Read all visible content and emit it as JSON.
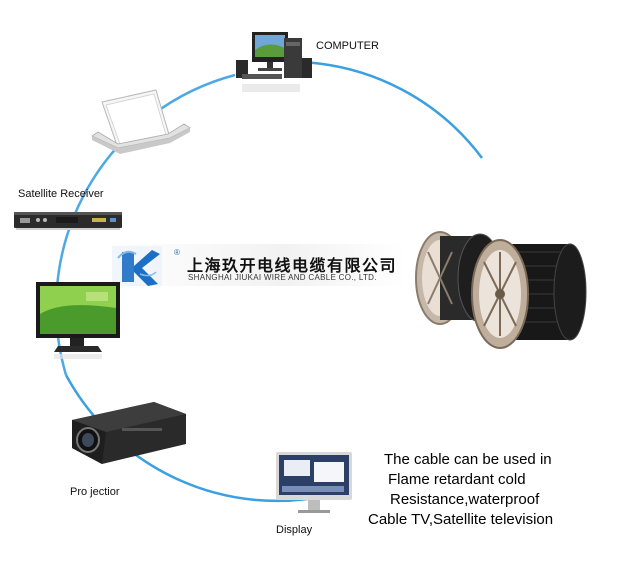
{
  "devices": {
    "computer": {
      "label": "COMPUTER"
    },
    "satellite_receiver": {
      "label": "Satellite Receiver"
    },
    "projector": {
      "label": "Pro jectior"
    },
    "display": {
      "label": "Display"
    }
  },
  "logo": {
    "chinese_name": "上海玖开电线电缆有限公司",
    "english_name": "SHANGHAI JIUKAI WIRE AND CABLE CO., LTD.",
    "registered_mark": "®"
  },
  "caption": {
    "lines": [
      "The cable can be used in",
      "Flame retardant cold",
      "Resistance,waterproof",
      "Cable TV,Satellite television"
    ]
  },
  "colors": {
    "arc": "#3aa0e0",
    "logo_blue": "#1b6fc4"
  }
}
